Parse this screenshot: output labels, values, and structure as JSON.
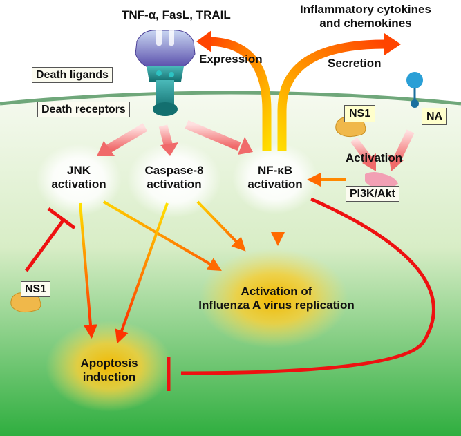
{
  "ligands": {
    "top_label": "TNF-α, FasL, TRAIL",
    "death_ligands": "Death ligands",
    "death_receptors": "Death receptors"
  },
  "cytokines": {
    "line1": "Inflammatory cytokines",
    "line2": "and chemokines"
  },
  "arrows": {
    "expression": "Expression",
    "secretion": "Secretion",
    "activation": "Activation"
  },
  "nodes": {
    "jnk": {
      "line1": "JNK",
      "line2": "activation"
    },
    "caspase8": {
      "line1": "Caspase-8",
      "line2": "activation"
    },
    "nfkb": {
      "line1": "NF-κB",
      "line2": "activation"
    },
    "pi3k": "PI3K/Akt",
    "ns1_top": "NS1",
    "na": "NA",
    "ns1_left": "NS1",
    "virus": {
      "line1": "Activation of",
      "line2": "Influenza A virus replication"
    },
    "apoptosis": {
      "line1": "Apoptosis",
      "line2": "induction"
    }
  },
  "colors": {
    "activation_arrow": "#ff6600",
    "inhibition": "#ee1111",
    "membrane": "#6fa77a",
    "cytoplasm_bottom": "#2fae3f",
    "receptor_teal": "#1f9a9a",
    "ligand_purple": "#6a5fb8",
    "ns1_blob": "#f0b84a",
    "na_blue": "#2a9fd6"
  }
}
